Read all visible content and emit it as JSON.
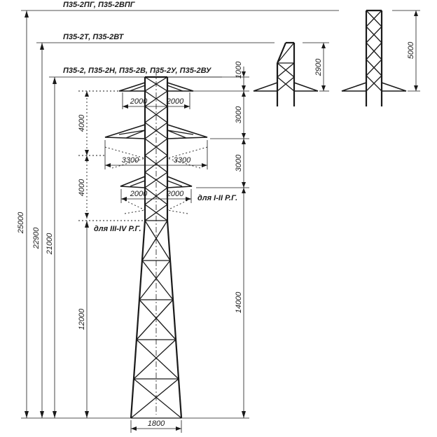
{
  "labels": {
    "variant_pg": "П35-2ПГ, П35-2ВПГ",
    "variant_t": "П35-2Т, П35-2ВТ",
    "variant_base": "П35-2, П35-2Н, П35-2В, П35-2У, П35-2ВУ",
    "region_1_2": "для I-II Р.Г.",
    "region_3_4": "для III-IV Р.Г."
  },
  "dimensions": {
    "total_height": "25000",
    "height_t": "22900",
    "height_base": "21000",
    "lower_height": "12000",
    "left_spacing_upper": "4000",
    "left_spacing_lower": "4000",
    "right_top": "1000",
    "right_upper": "3000",
    "right_middle": "3000",
    "right_body": "14000",
    "top_arm_left": "2000",
    "top_arm_right": "2000",
    "middle_arm_left": "3300",
    "middle_arm_right": "3300",
    "lower_arm_left": "2000",
    "lower_arm_right": "2000",
    "base_width": "1800",
    "peak_t": "2900",
    "peak_pg": "5000"
  }
}
